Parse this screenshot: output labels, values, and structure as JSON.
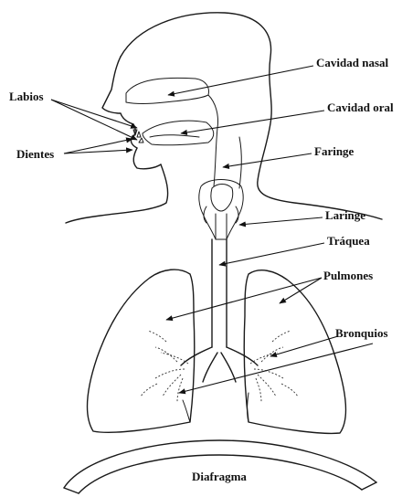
{
  "labels": {
    "cavidad_nasal": "Cavidad nasal",
    "cavidad_oral": "Cavidad oral",
    "faringe": "Faringe",
    "laringe": "Laringe",
    "traquea": "Tráquea",
    "pulmones": "Pulmones",
    "bronquios": "Bronquios",
    "labios": "Labios",
    "dientes": "Dientes",
    "diafragma": "Diafragma"
  },
  "colors": {
    "line": "#1a1a1a",
    "text": "#111111",
    "background": "#ffffff"
  }
}
